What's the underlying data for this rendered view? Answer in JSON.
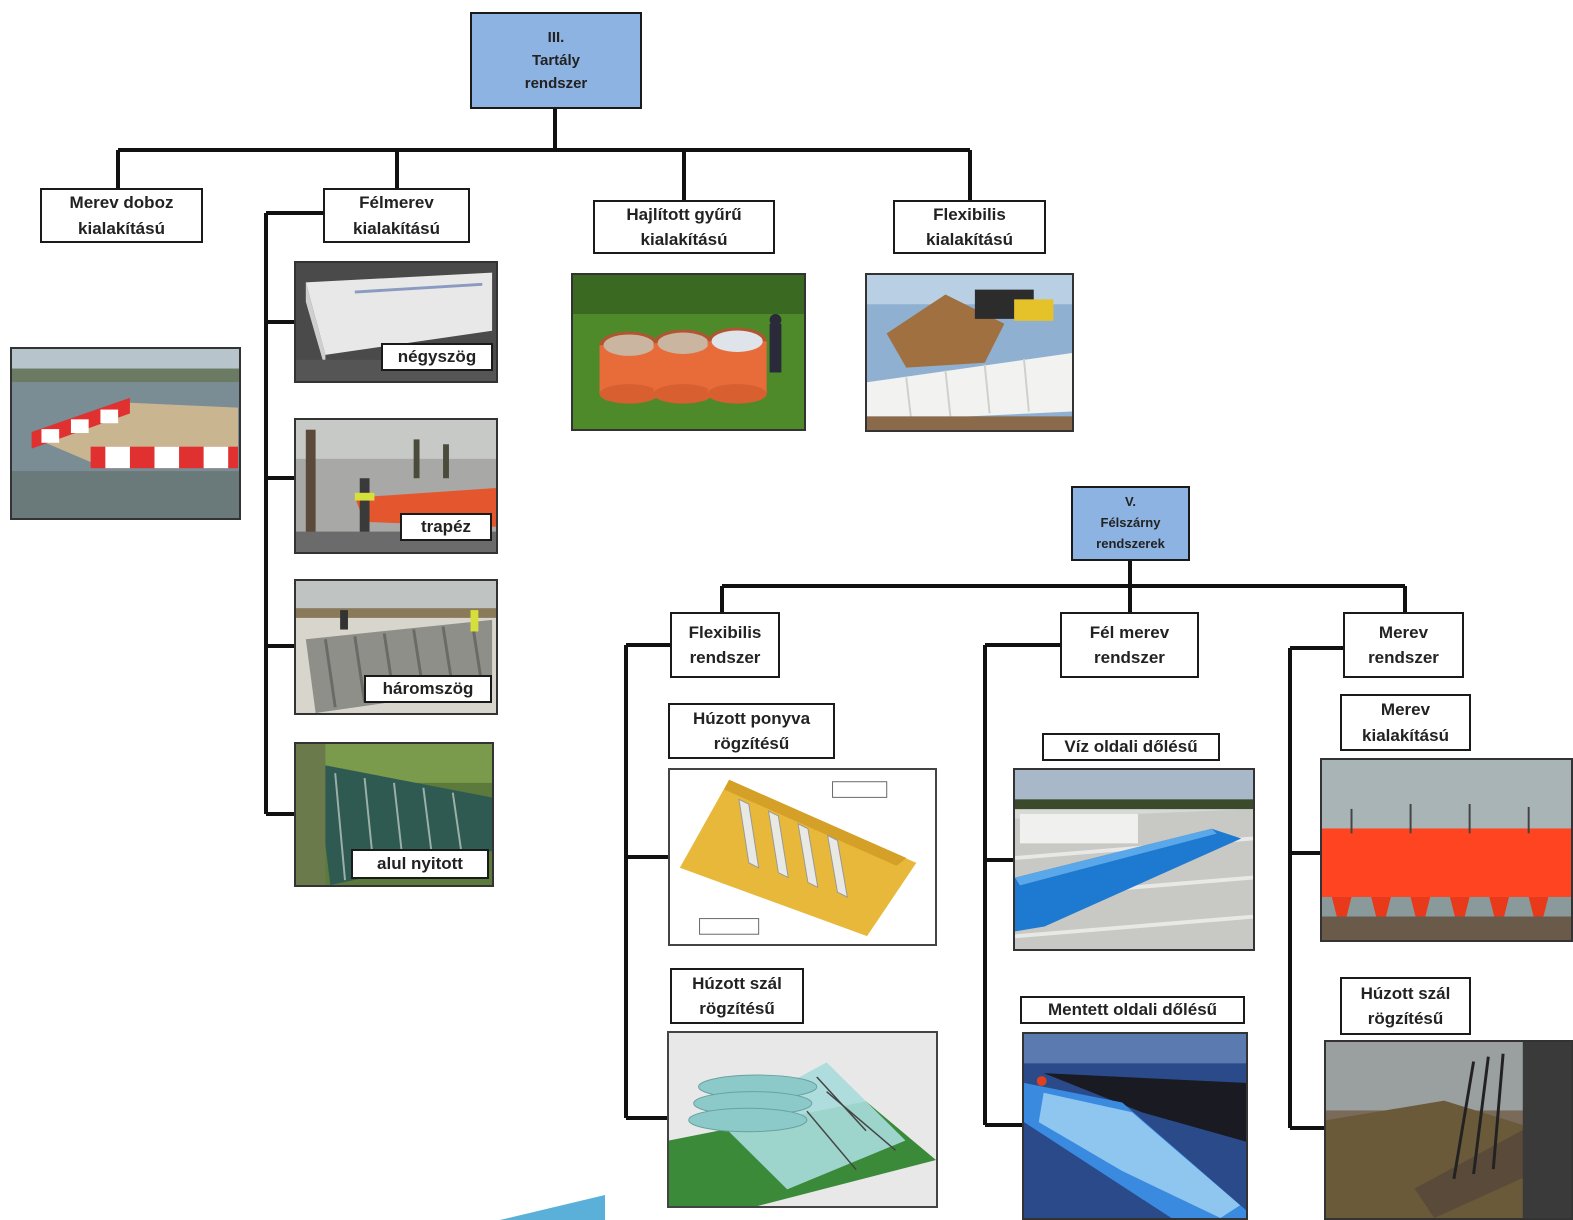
{
  "root_iii": {
    "label": "III.\nTartály\nrendszer"
  },
  "iii_children": {
    "merev_doboz": "Merev doboz\nkialakítású",
    "felmerev": "Félmerev\nkialakítású",
    "hajlitott": "Hajlított  gyűrű\nkialakítású",
    "flexibilis": "Flexibilis\nkialakítású"
  },
  "felmerev_types": {
    "negyszog": "négyszög",
    "trapez": "trapéz",
    "haromszog": "háromszög",
    "alul_nyitott": "alul  nyitott"
  },
  "root_v": {
    "label": "V.\nFélszárny\nrendszerek"
  },
  "v_children": {
    "flexibilis": "Flexibilis\nrendszer",
    "fel_merev": "Fél merev\nrendszer",
    "merev": "Merev\nrendszer"
  },
  "flexibilis_sub": {
    "huzott_ponyva": "Húzott ponyva\nrögzítésű",
    "huzott_szal": "Húzott szál\nrögzítésű"
  },
  "fel_merev_sub": {
    "viz_oldali": "Víz oldali dőlésű",
    "mentett_oldali": "Mentett oldali  dőlésű"
  },
  "merev_sub": {
    "merev_kialakitasu": "Merev\nkialakítású",
    "huzott_szal": "Húzott szál\nrögzítésű"
  },
  "colors": {
    "root_fill": "#8db3e2",
    "line": "#111111"
  }
}
